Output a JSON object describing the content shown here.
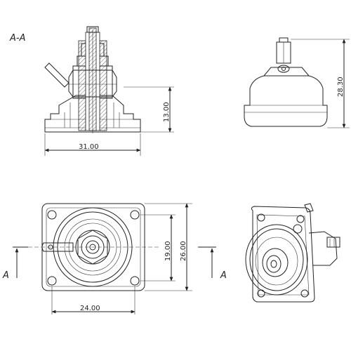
{
  "section_label": "A-A",
  "arrow_label": "A",
  "dims": {
    "width_31": "31.00",
    "height_13": "13.00",
    "height_28": "28.30",
    "height_19": "19.00",
    "height_26": "26.00",
    "width_24": "24.00"
  }
}
